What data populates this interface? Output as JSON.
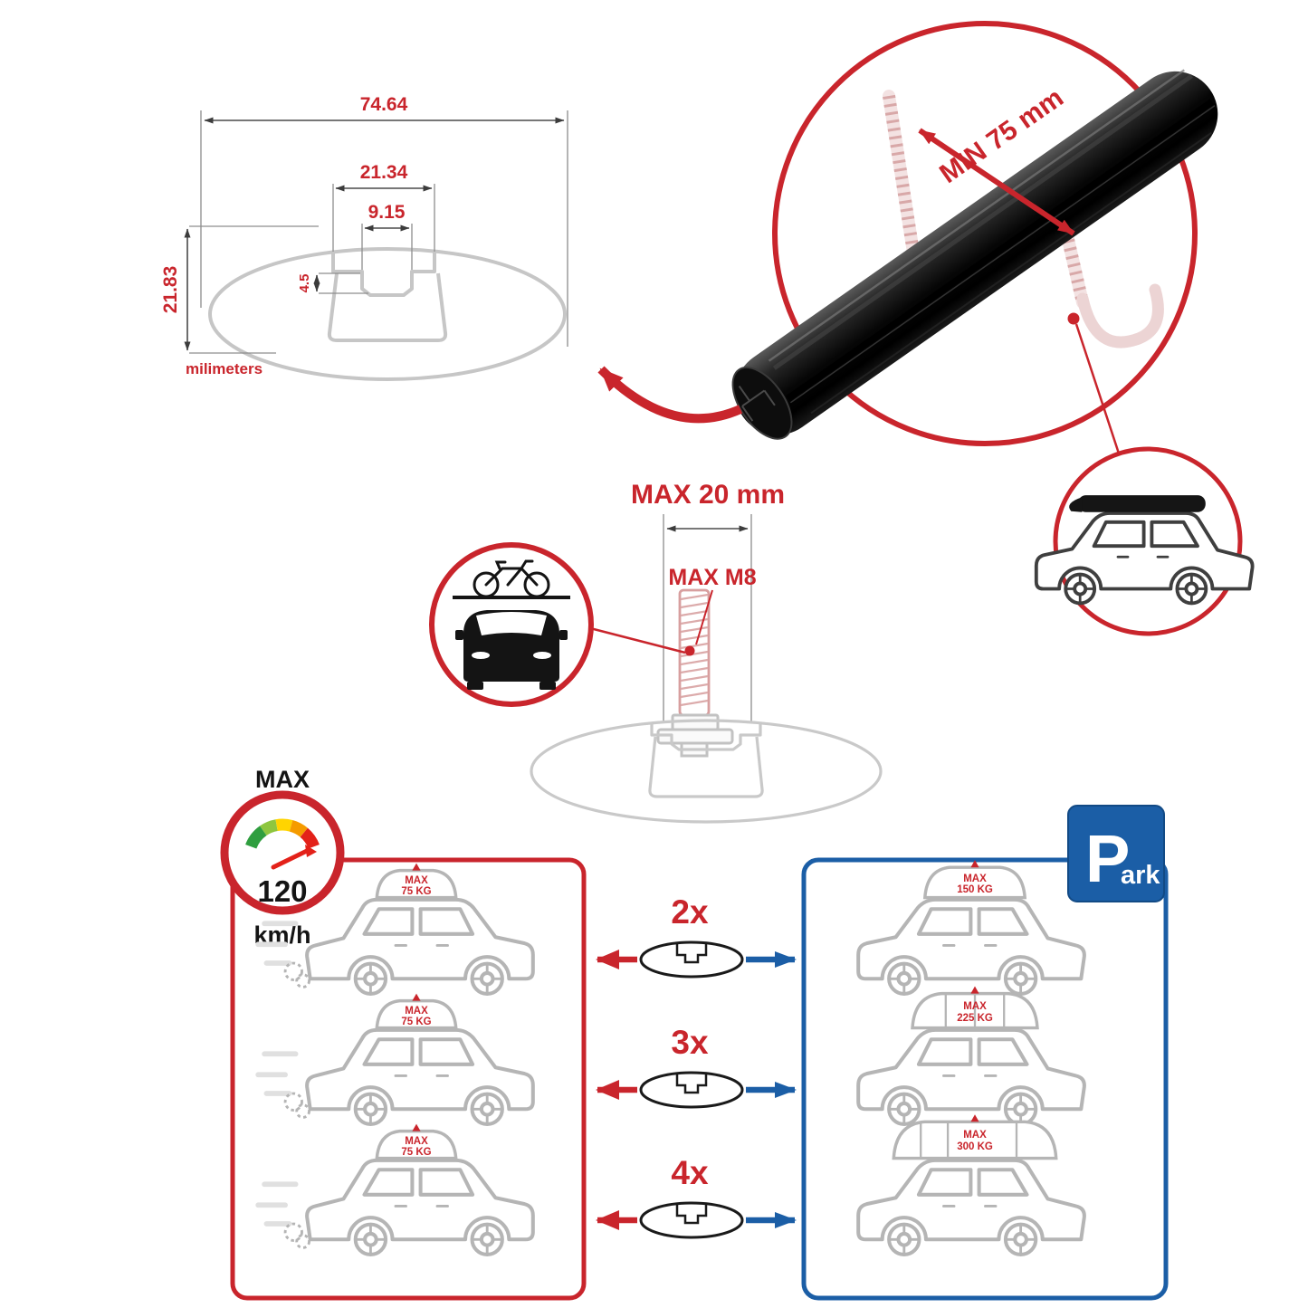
{
  "colors": {
    "red": "#c9252c",
    "blue": "#1b5ea6",
    "gray": "#c6c6c6",
    "black": "#141414"
  },
  "cross_section": {
    "width_total": "74.64",
    "width_channel": "21.34",
    "width_slot": "9.15",
    "depth_step": "4.5",
    "height_total": "21.83",
    "units": "milimeters"
  },
  "bar": {
    "min_label": "MIN 75 mm"
  },
  "bolt": {
    "length_label": "MAX 20 mm",
    "thread_label": "MAX M8"
  },
  "speed": {
    "label": "MAX",
    "value": "120",
    "unit": "km/h"
  },
  "capacity": {
    "multipliers": [
      "2x",
      "3x",
      "4x"
    ],
    "left": [
      {
        "line1": "MAX",
        "line2": "75 KG"
      },
      {
        "line1": "MAX",
        "line2": "75 KG"
      },
      {
        "line1": "MAX",
        "line2": "75 KG"
      }
    ],
    "right": [
      {
        "line1": "MAX",
        "line2": "150 KG"
      },
      {
        "line1": "MAX",
        "line2": "225 KG"
      },
      {
        "line1": "MAX",
        "line2": "300 KG"
      }
    ]
  },
  "park": {
    "p": "P",
    "ark": "ark"
  }
}
